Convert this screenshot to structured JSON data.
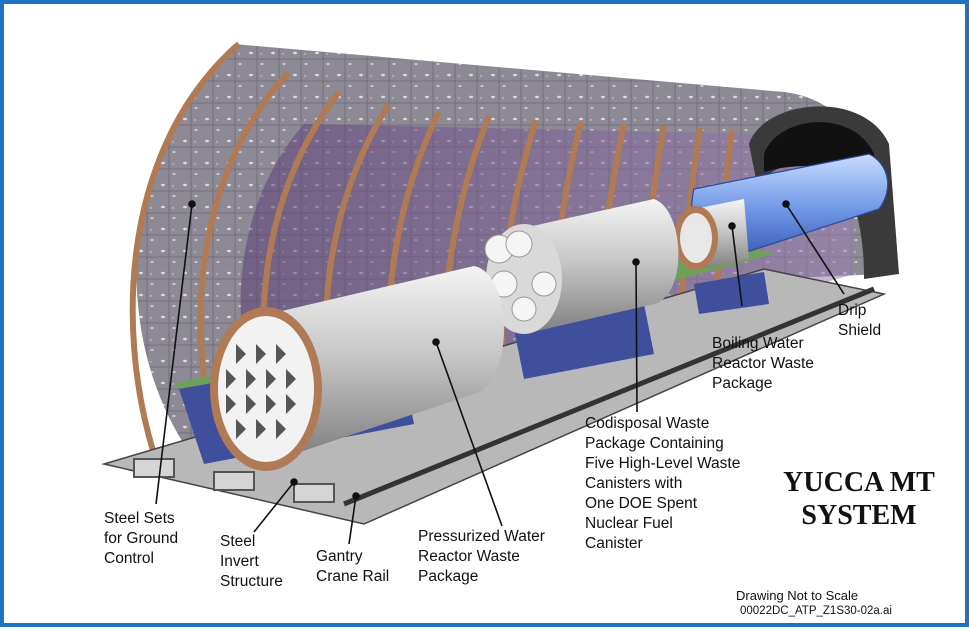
{
  "labels": {
    "steel_sets": [
      "Steel Sets",
      "for Ground",
      "Control"
    ],
    "steel_invert": [
      "Steel",
      "Invert",
      "Structure"
    ],
    "gantry_rail": [
      "Gantry",
      "Crane Rail"
    ],
    "pwr_package": [
      "Pressurized Water",
      "Reactor Waste",
      "Package"
    ],
    "codisposal": [
      "Codisposal Waste",
      "Package Containing",
      "Five High-Level Waste",
      "Canisters with",
      "One DOE Spent",
      "Nuclear Fuel",
      "Canister"
    ],
    "bwr_package": [
      "Boiling Water",
      "Reactor Waste",
      "Package"
    ],
    "drip_shield": [
      "Drip",
      "Shield"
    ]
  },
  "title": [
    "YUCCA MT",
    "SYSTEM"
  ],
  "footer": {
    "scale_note": "Drawing Not to Scale",
    "file_id": "00022DC_ATP_Z1S30-02a.ai"
  },
  "colors": {
    "frame": "#1e73c4",
    "rock": "#8e8a95",
    "steel_set": "#b07a55",
    "tunnel_inner": "#6a4f86",
    "drip_shield": "#6f97e6",
    "pedestal": "#3f4f9c",
    "rail_bed": "#6fa05a"
  }
}
